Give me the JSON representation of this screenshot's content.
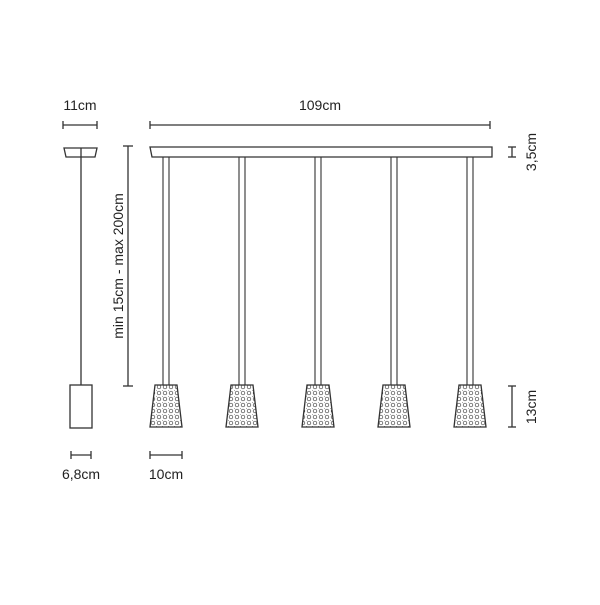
{
  "dimensions": {
    "canopy_width": "11cm",
    "bar_length": "109cm",
    "bar_height": "3,5cm",
    "cable_length": "min 15cm - max 200cm",
    "side_shade_width": "6,8cm",
    "shade_width": "10cm",
    "shade_height": "13cm"
  },
  "pendant_count": 5,
  "colors": {
    "line": "#333333",
    "background": "#ffffff"
  }
}
